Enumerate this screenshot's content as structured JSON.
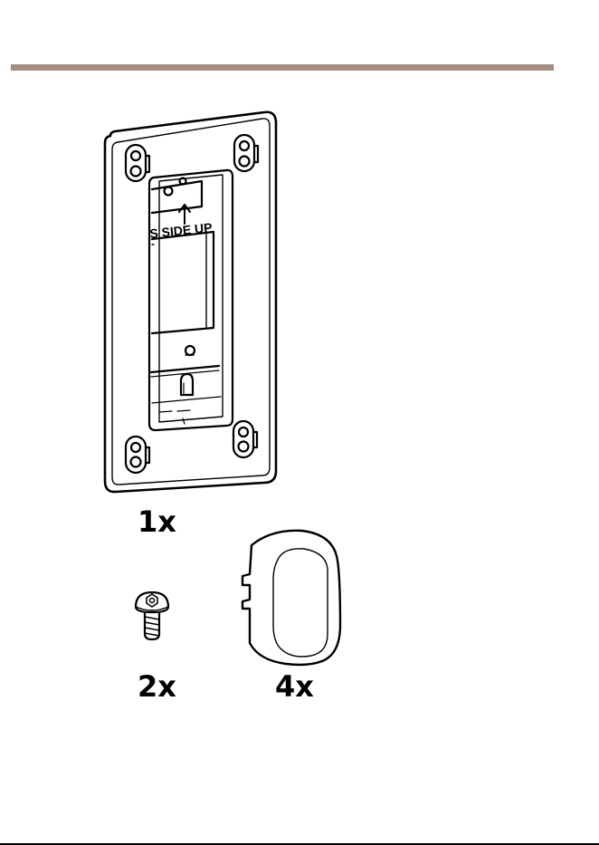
{
  "plate": {
    "sticker_text": "S SIDE UP",
    "quantity": "1x"
  },
  "screw": {
    "quantity": "2x"
  },
  "cover": {
    "quantity": "4x"
  },
  "colors": {
    "header_rule": "#a38e80",
    "line": "#000000",
    "fill": "#ffffff"
  }
}
